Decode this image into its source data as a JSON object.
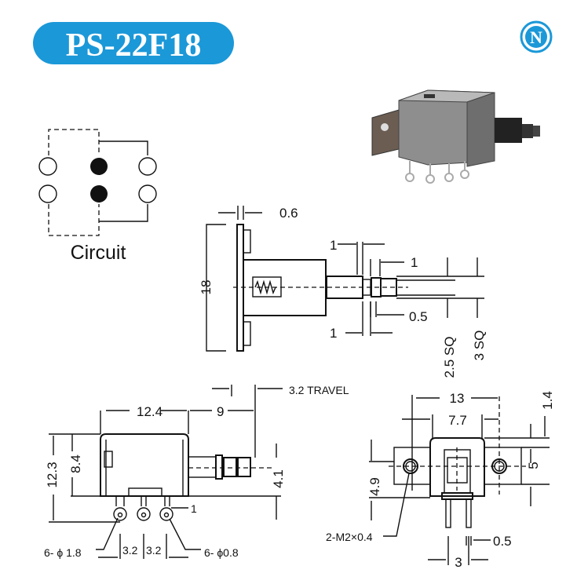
{
  "header": {
    "title": "PS-22F18",
    "logo_letter": "N"
  },
  "colors": {
    "brand": "#1b98d8",
    "line": "#111111"
  },
  "circuit": {
    "label": "Circuit"
  },
  "side_view": {
    "plate_thickness": "0.6",
    "height": "18",
    "step_1_top": "1",
    "step_1_right": "1",
    "gap": "0.5",
    "step_1_bottom": "1",
    "shaft_small": "2.5 SQ",
    "shaft_large": "3 SQ"
  },
  "front_view": {
    "travel": "3.2 TRAVEL",
    "body_length": "12.4",
    "shaft_length": "9",
    "total_height": "12.3",
    "body_height": "8.4",
    "shaft_height": "4.1",
    "pin_offset": "1",
    "pad_dia": "6- ϕ 1.8",
    "pitch_1": "3.2",
    "pitch_2": "3.2",
    "hole_dia": "6- ϕ0.8"
  },
  "end_view": {
    "mount_span": "13",
    "body_width": "7.7",
    "top_offset": "1.4",
    "flange_height": "5",
    "hole_height": "4.9",
    "screw": "2-M2×0.4",
    "pin_width": "0.5",
    "pin_pitch": "3"
  }
}
